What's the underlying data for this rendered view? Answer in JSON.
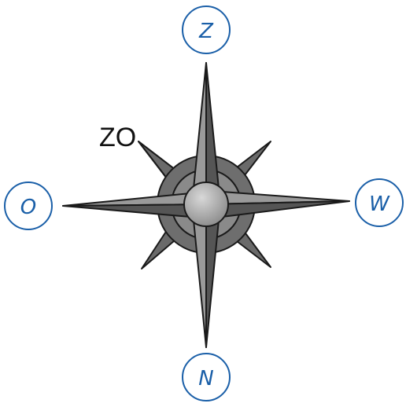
{
  "colors": {
    "label_text": "#1a5fa8",
    "circle_stroke": "#1a5fa8",
    "star_fill_dark": "#5a5a5a",
    "star_fill_light": "#9a9a9a",
    "outline": "#1a1a1a",
    "intercardinal_text": "#111111"
  },
  "directions": {
    "top": "Z",
    "left": "O",
    "right": "W",
    "bottom": "N"
  },
  "intercardinal": {
    "upper_left": "ZO"
  }
}
